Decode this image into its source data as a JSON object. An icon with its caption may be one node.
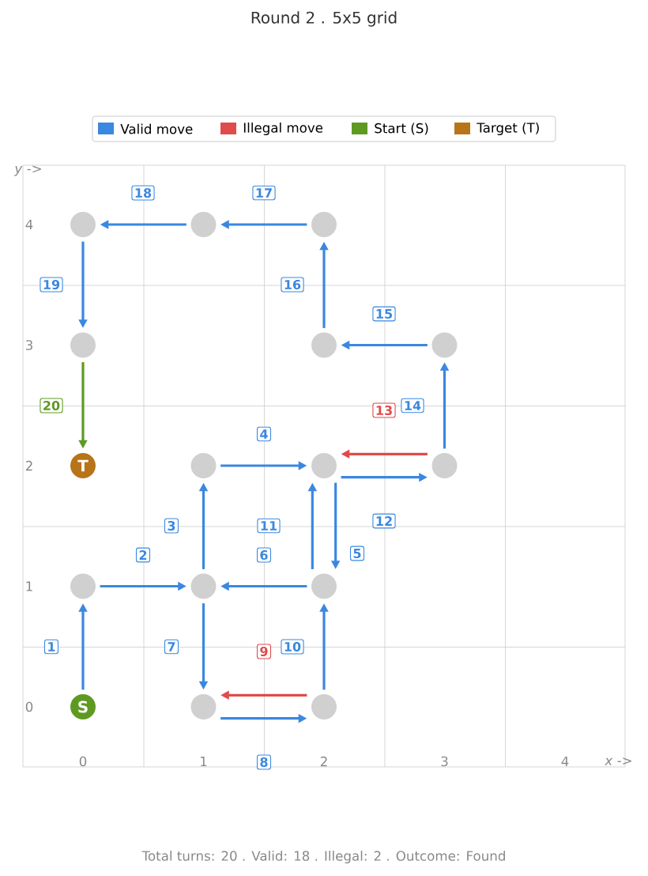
{
  "diagram": {
    "title": "Round 2  .  5x5 grid",
    "caption": "Total turns: 20   .   Valid: 18   .   Illegal: 2   .   Outcome: Found",
    "nodes": [
      {
        "text": [],
        "shape": "circle"
      },
      {
        "text": [],
        "shape": "circle"
      },
      {
        "text": [],
        "shape": "circle"
      },
      {
        "text": [],
        "shape": "circle"
      },
      {
        "text": [],
        "shape": "circle"
      },
      {
        "text": [],
        "shape": "circle"
      },
      {
        "text": [
          "T"
        ]
      },
      {
        "text": [],
        "shape": "circle"
      },
      {
        "text": [],
        "shape": "circle"
      },
      {
        "text": [],
        "shape": "circle"
      },
      {
        "text": [],
        "shape": "circle"
      },
      {
        "text": [],
        "shape": "circle"
      },
      {
        "text": [],
        "shape": "circle"
      },
      {
        "text": [
          "S"
        ]
      },
      {
        "text": [],
        "shape": "circle"
      },
      {
        "text": [],
        "shape": "circle"
      }
    ],
    "edges": [
      {
        "from": 13,
        "to": 10,
        "arrow": "to",
        "label": "1"
      },
      {
        "from": 10,
        "to": 11,
        "arrow": "to",
        "label": "2"
      },
      {
        "from": 11,
        "to": 7,
        "arrow": "to",
        "label": "3"
      },
      {
        "from": 7,
        "to": 8,
        "arrow": "to",
        "label": "4"
      },
      {
        "from": 8,
        "to": 12,
        "arrow": "to",
        "label": "5"
      },
      {
        "from": 12,
        "to": 11,
        "arrow": "to",
        "label": "6"
      },
      {
        "from": 11,
        "to": 14,
        "arrow": "to",
        "label": "7"
      },
      {
        "from": 14,
        "to": 15,
        "arrow": "to",
        "label": "8"
      },
      {
        "from": 15,
        "to": 14,
        "arrow": "to",
        "label": "9",
        "color": "#e04b4b"
      },
      {
        "from": 15,
        "to": 12,
        "arrow": "to",
        "label": "10"
      },
      {
        "from": 12,
        "to": 8,
        "arrow": "to",
        "label": "11"
      },
      {
        "from": 8,
        "to": 9,
        "arrow": "to",
        "label": "12"
      },
      {
        "from": 9,
        "to": 8,
        "arrow": "to",
        "label": "13",
        "color": "#e04b4b"
      },
      {
        "from": 9,
        "to": 5,
        "arrow": "to",
        "label": "14"
      },
      {
        "from": 5,
        "to": 4,
        "arrow": "to",
        "label": "15"
      },
      {
        "from": 4,
        "to": 2,
        "arrow": "to",
        "label": "16"
      },
      {
        "from": 2,
        "to": 1,
        "arrow": "to",
        "label": "17"
      },
      {
        "from": 1,
        "to": 0,
        "arrow": "to",
        "label": "18"
      },
      {
        "from": 0,
        "to": 3,
        "arrow": "to",
        "label": "19"
      },
      {
        "from": 3,
        "to": 6,
        "arrow": "to",
        "label": "20",
        "color": "#5e9a22"
      }
    ],
    "labels": [
      "*y* ->",
      "4",
      "3",
      "2",
      "1",
      "0",
      "0",
      "1",
      "2",
      "3",
      "4",
      "*x* ->"
    ],
    "legend": [
      {
        "text": "Valid move",
        "color": "#3a88e0"
      },
      {
        "text": "Illegal move",
        "color": "#e04b4b"
      },
      {
        "text": "Start (S)",
        "color": "#5e9a22"
      },
      {
        "text": "Target (T)",
        "color": "#b87418"
      }
    ]
  }
}
